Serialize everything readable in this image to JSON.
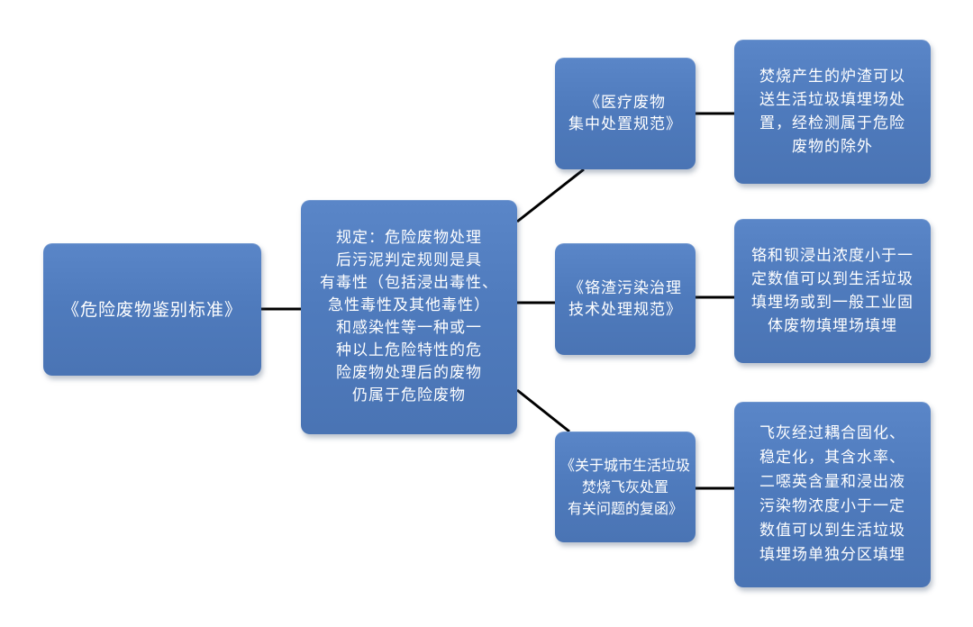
{
  "diagram": {
    "root": {
      "label": "《危险废物鉴别标准》"
    },
    "rule": {
      "label": "规定：危险废物处理\n后污泥判定规则是具\n有毒性（包括浸出毒性、\n急性毒性及其他毒性）\n和感染性等一种或一\n种以上危险特性的危\n险废物处理后的废物\n仍属于危险废物"
    },
    "branches": [
      {
        "standard": "《医疗废物\n集中处置规范》",
        "detail": "焚烧产生的炉渣可以\n送生活垃圾填埋场处\n置，经检测属于危险\n废物的除外"
      },
      {
        "standard": "《铬渣污染治理\n技术处理规范》",
        "detail": "铬和钡浸出浓度小于一\n定数值可以到生活垃圾\n填埋场或到一般工业固\n体废物填埋场填埋"
      },
      {
        "standard": "《关于城市生活垃圾\n焚烧飞灰处置\n有关问题的复函》",
        "detail": "飞灰经过耦合固化、\n稳定化，其含水率、\n二噁英含量和浸出液\n污染物浓度小于一定\n数值可以到生活垃圾\n填埋场单独分区填埋"
      }
    ],
    "colors": {
      "box_fill": "#4f7bbd",
      "box_text": "#ffffff",
      "connector": "#000000",
      "background": "#ffffff"
    }
  }
}
